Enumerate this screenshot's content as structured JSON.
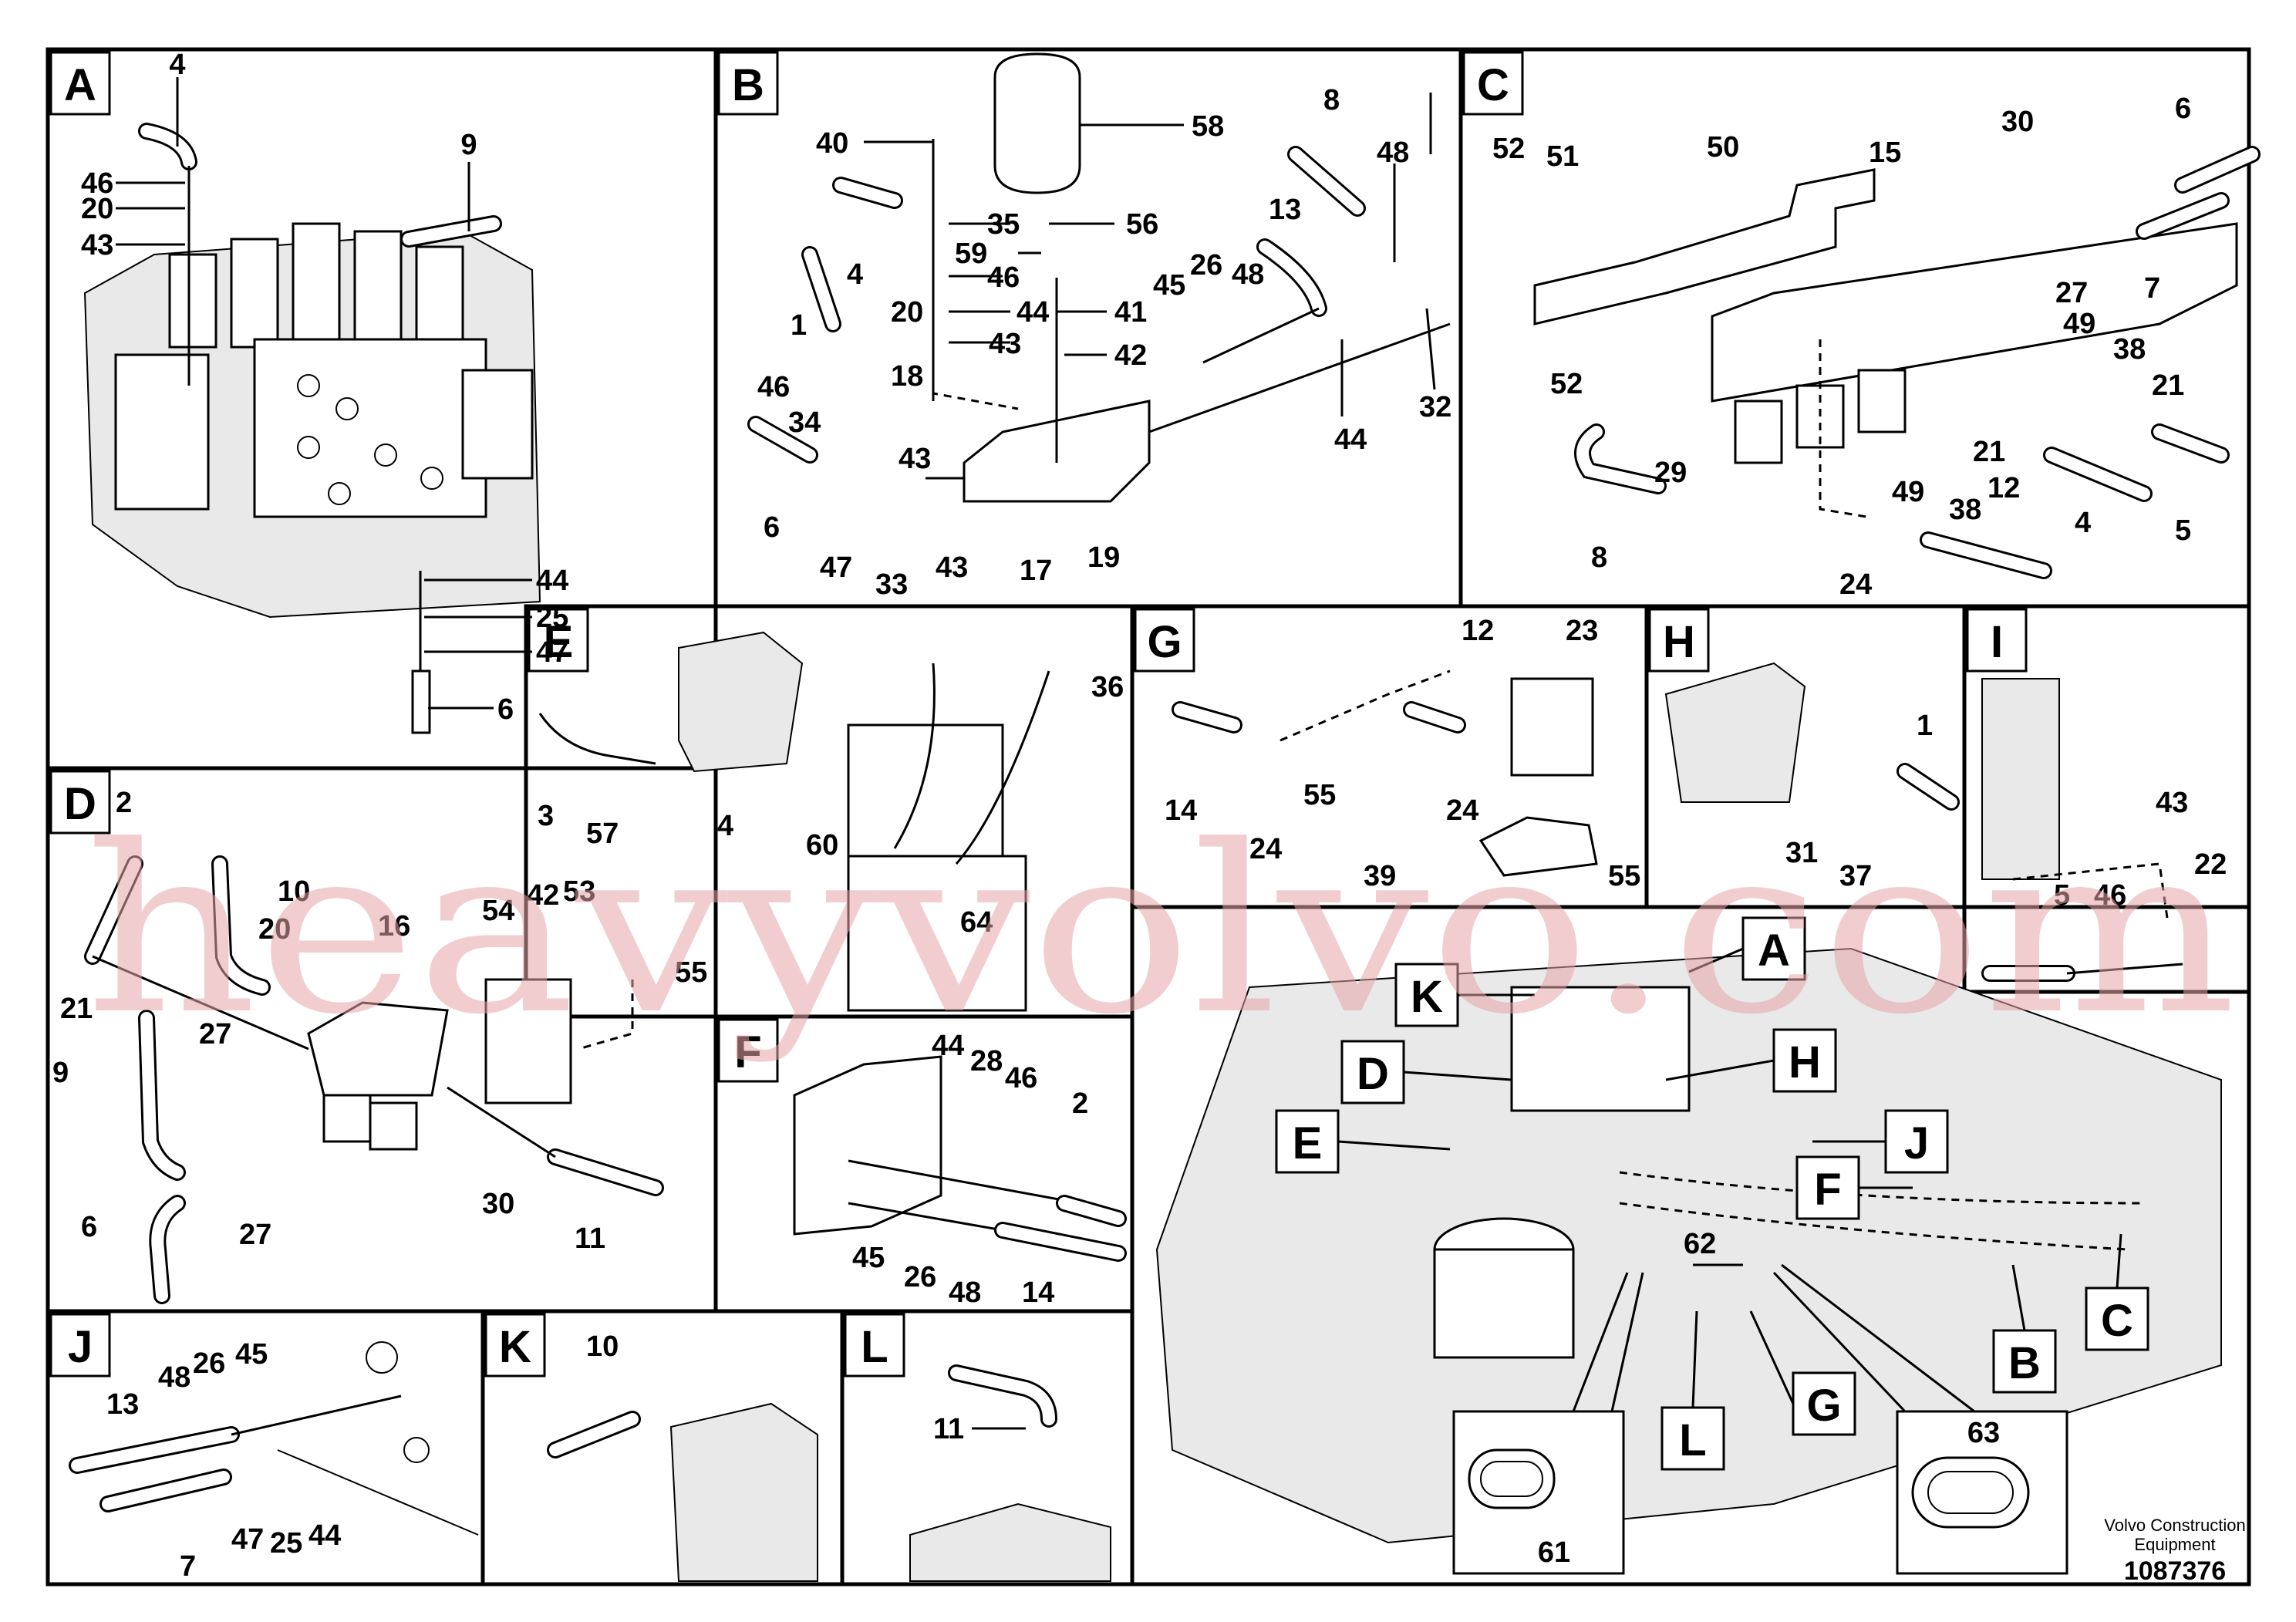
{
  "sections": {
    "A": {
      "label": "A",
      "callouts": {
        "c4": "4",
        "c9": "9",
        "c46": "46",
        "c20": "20",
        "c43": "43",
        "c44": "44",
        "c25": "25",
        "c47": "47",
        "c6": "6"
      }
    },
    "B": {
      "label": "B",
      "callouts": {
        "c40": "40",
        "c58": "58",
        "c8": "8",
        "c48a": "48",
        "c35": "35",
        "c56": "56",
        "c13": "13",
        "c59": "59",
        "c4": "4",
        "c46": "46",
        "c1": "1",
        "c20": "20",
        "c44a": "44",
        "c41": "41",
        "c45": "45",
        "c26": "26",
        "c48b": "48",
        "c43a": "43",
        "c42": "42",
        "c32": "32",
        "c46b": "46",
        "c18": "18",
        "c34": "34",
        "c43b": "43",
        "c44b": "44",
        "c6": "6",
        "c47": "47",
        "c33": "33",
        "c43c": "43",
        "c17": "17",
        "c19": "19"
      }
    },
    "C": {
      "label": "C",
      "callouts": {
        "c52a": "52",
        "c51": "51",
        "c50": "50",
        "c15": "15",
        "c30": "30",
        "c6": "6",
        "c27": "27",
        "c7": "7",
        "c49a": "49",
        "c38a": "38",
        "c52b": "52",
        "c21a": "21",
        "c29": "29",
        "c21b": "21",
        "c49b": "49",
        "c38b": "38",
        "c12": "12",
        "c4": "4",
        "c5": "5",
        "c8": "8",
        "c24": "24"
      }
    },
    "D": {
      "label": "D",
      "callouts": {
        "c2": "2",
        "c10": "10",
        "c20": "20",
        "c16": "16",
        "c54": "54",
        "c42": "42",
        "c53": "53",
        "c55": "55",
        "c21": "21",
        "c27a": "27",
        "c9": "9",
        "c27b": "27",
        "c30": "30",
        "c11": "11",
        "c6": "6"
      }
    },
    "E": {
      "label": "E",
      "callouts": {
        "c36": "36",
        "c3": "3",
        "c57": "57",
        "c4": "4",
        "c60": "60",
        "c64": "64"
      }
    },
    "F": {
      "label": "F",
      "callouts": {
        "c44": "44",
        "c28": "28",
        "c46": "46",
        "c2": "2",
        "c45": "45",
        "c26": "26",
        "c48": "48",
        "c14": "14"
      }
    },
    "G": {
      "label": "G",
      "callouts": {
        "c12": "12",
        "c23": "23",
        "c14": "14",
        "c24a": "24",
        "c55a": "55",
        "c24b": "24",
        "c39": "39",
        "c55b": "55"
      }
    },
    "H": {
      "label": "H",
      "callouts": {
        "c1": "1",
        "c31": "31",
        "c37": "37"
      }
    },
    "I": {
      "label": "I",
      "callouts": {
        "c43": "43",
        "c22": "22",
        "c5": "5",
        "c46": "46"
      }
    },
    "J": {
      "label": "J",
      "callouts": {
        "c13": "13",
        "c48": "48",
        "c26": "26",
        "c45": "45",
        "c7": "7",
        "c47": "47",
        "c25": "25",
        "c44": "44"
      }
    },
    "K": {
      "label": "K",
      "callouts": {
        "c10": "10"
      }
    },
    "L": {
      "label": "L",
      "callouts": {
        "c11": "11"
      }
    },
    "overview": {
      "labels": {
        "A": "A",
        "K": "K",
        "D": "D",
        "H": "H",
        "E": "E",
        "J": "J",
        "F": "F",
        "C": "C",
        "B": "B",
        "G": "G",
        "L": "L"
      },
      "callouts": {
        "c62": "62",
        "c61": "61",
        "c63": "63"
      }
    }
  },
  "watermark": {
    "text": "heavyvolvo.com"
  },
  "footer": {
    "brand_line1": "Volvo Construction",
    "brand_line2": "Equipment",
    "doc_number": "1087376"
  },
  "colors": {
    "line": "#000000",
    "watermark": "#e8a5aa",
    "background": "#ffffff"
  }
}
